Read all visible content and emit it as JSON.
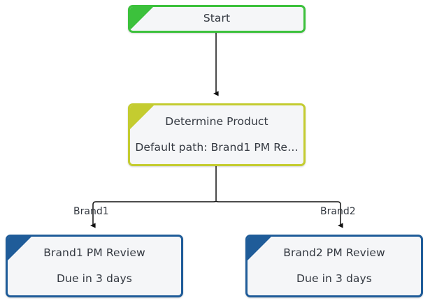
{
  "diagram": {
    "type": "workflow-flowchart",
    "background_color": "#ffffff",
    "node_fill_color": "#f5f6f8",
    "text_color": "#333840",
    "edge_color": "#1a1a1a",
    "nodes": [
      {
        "id": "start",
        "title": "Start",
        "subtitle": "",
        "accent_color": "#3cc13c",
        "accent_name": "green",
        "shape": "rounded-rectangle"
      },
      {
        "id": "determine-product",
        "title": "Determine Product",
        "subtitle": "Default path: Brand1 PM Re…",
        "accent_color": "#c4cc30",
        "accent_name": "olive",
        "shape": "rounded-rectangle"
      },
      {
        "id": "brand1-pm-review",
        "title": "Brand1 PM Review",
        "subtitle": "Due in 3 days",
        "accent_color": "#1f5c99",
        "accent_name": "blue",
        "shape": "rounded-rectangle"
      },
      {
        "id": "brand2-pm-review",
        "title": "Brand2 PM Review",
        "subtitle": "Due in 3 days",
        "accent_color": "#1f5c99",
        "accent_name": "blue",
        "shape": "rounded-rectangle"
      }
    ],
    "edges": [
      {
        "id": "start-to-determine",
        "from": "start",
        "to": "determine-product",
        "label": ""
      },
      {
        "id": "determine-to-brand1",
        "from": "determine-product",
        "to": "brand1-pm-review",
        "label": "Brand1"
      },
      {
        "id": "determine-to-brand2",
        "from": "determine-product",
        "to": "brand2-pm-review",
        "label": "Brand2"
      }
    ]
  }
}
